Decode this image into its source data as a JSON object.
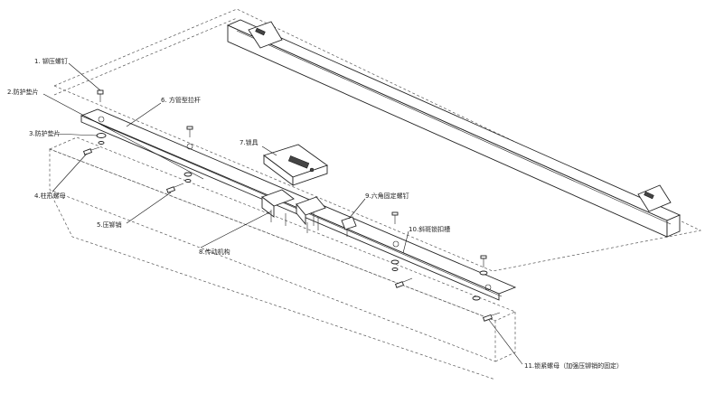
{
  "callouts": [
    {
      "id": "c1",
      "text": "1. 铆压螺钉"
    },
    {
      "id": "c2",
      "text": "2.防护垫片"
    },
    {
      "id": "c3",
      "text": "3.防护垫片"
    },
    {
      "id": "c4",
      "text": "4.柱形螺母"
    },
    {
      "id": "c5",
      "text": "5.压铆销"
    },
    {
      "id": "c6",
      "text": "6. 方管型拉杆"
    },
    {
      "id": "c7",
      "text": "7.锁具"
    },
    {
      "id": "c8",
      "text": "8.传动机构"
    },
    {
      "id": "c9",
      "text": "9.六角固定螺钉"
    },
    {
      "id": "c10",
      "text": "10.斜斑锁扣槽"
    },
    {
      "id": "c11",
      "text": "11.锁紧螺母（加强压铆销的固定）"
    }
  ]
}
